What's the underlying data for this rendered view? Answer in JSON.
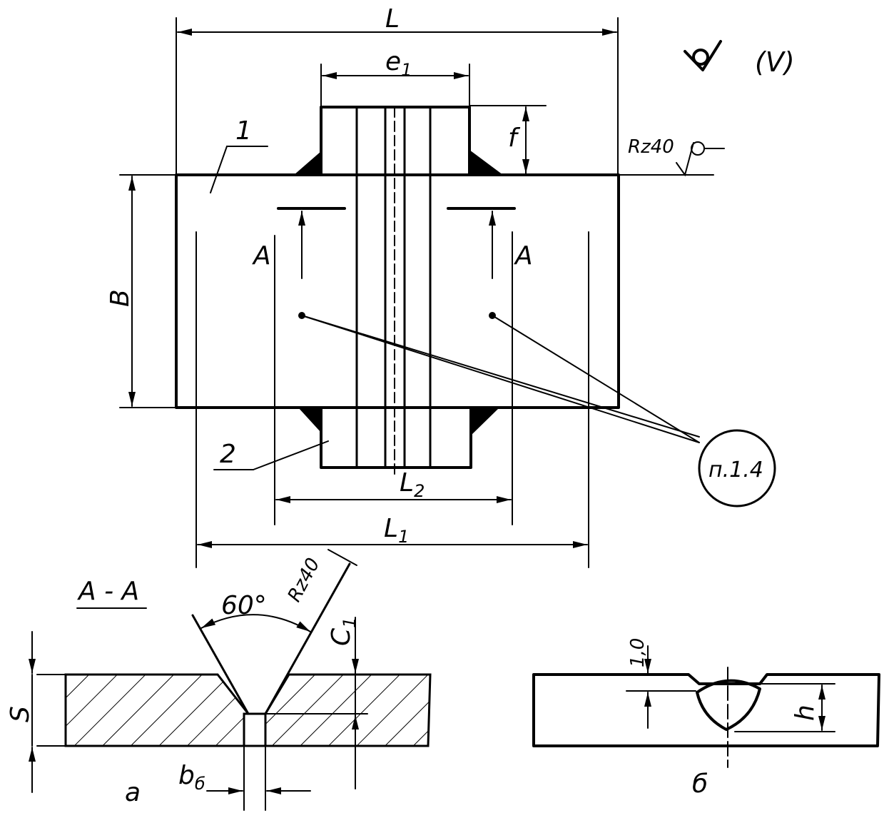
{
  "dims": {
    "L": "L",
    "e1": "e1",
    "f": "f",
    "B": "B",
    "L1": "L1",
    "L2": "L2",
    "S": "S",
    "C1": "C1",
    "b6": "bб",
    "h": "h",
    "one_zero": "1,0",
    "angle": "60°"
  },
  "roughness": {
    "main": "Rz40",
    "section": "Rz40",
    "general_paren": "(V)"
  },
  "parts": {
    "p1": "1",
    "p2": "2"
  },
  "section_marks": {
    "left": "A",
    "right": "A",
    "title": "A - A"
  },
  "note": "п.1.4",
  "subfigures": {
    "a": "а",
    "b": "б"
  }
}
